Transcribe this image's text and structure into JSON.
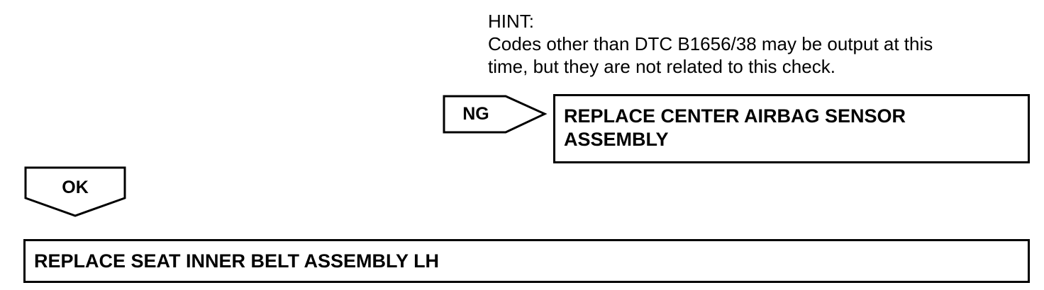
{
  "hint": {
    "title": "HINT:",
    "line1": "Codes other than DTC B1656/38 may be output at this",
    "line2": "time, but they are not related to this check."
  },
  "ng": {
    "label": "NG",
    "action_line1": "REPLACE CENTER AIRBAG SENSOR",
    "action_line2": "ASSEMBLY"
  },
  "ok": {
    "label": "OK",
    "action": "REPLACE SEAT INNER BELT ASSEMBLY LH"
  }
}
